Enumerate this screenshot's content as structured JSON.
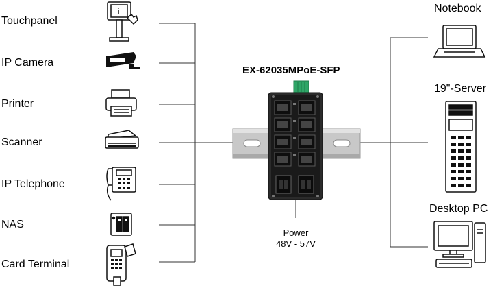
{
  "device": {
    "model": "EX-62035MPoE-SFP"
  },
  "power": {
    "label": "Power",
    "voltage": "48V - 57V"
  },
  "left_devices": [
    {
      "label": "Touchpanel",
      "icon": "touchpanel-kiosk-icon"
    },
    {
      "label": "IP Camera",
      "icon": "ip-camera-icon"
    },
    {
      "label": "Printer",
      "icon": "printer-icon"
    },
    {
      "label": "Scanner",
      "icon": "scanner-icon"
    },
    {
      "label": "IP Telephone",
      "icon": "ip-telephone-icon"
    },
    {
      "label": "NAS",
      "icon": "nas-icon"
    },
    {
      "label": "Card Terminal",
      "icon": "card-terminal-icon"
    }
  ],
  "right_devices": [
    {
      "label": "Notebook",
      "icon": "notebook-icon"
    },
    {
      "label": "19\"-Server",
      "icon": "server-rack-icon"
    },
    {
      "label": "Desktop PC",
      "icon": "desktop-pc-icon"
    }
  ]
}
